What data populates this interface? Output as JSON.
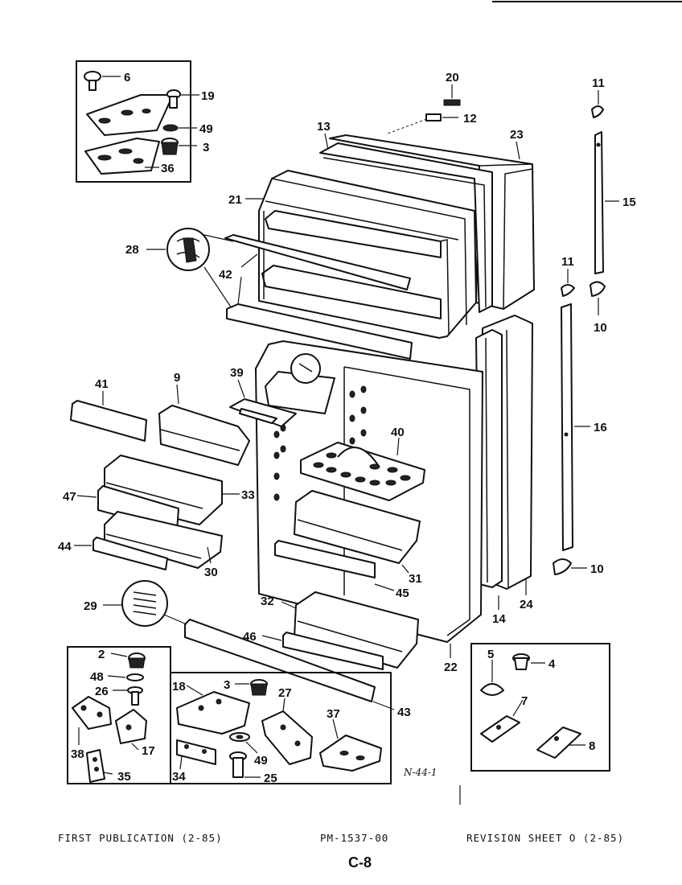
{
  "diagram": {
    "callouts": {
      "c6": "6",
      "c19": "19",
      "c49a": "49",
      "c3a": "3",
      "c36": "36",
      "c20": "20",
      "c12": "12",
      "c13": "13",
      "c23": "23",
      "c11a": "11",
      "c15": "15",
      "c11b": "11",
      "c10a": "10",
      "c21": "21",
      "c28": "28",
      "c42": "42",
      "c41": "41",
      "c9": "9",
      "c39": "39",
      "c40": "40",
      "c16": "16",
      "c47": "47",
      "c33": "33",
      "c44": "44",
      "c30": "30",
      "c31": "31",
      "c45": "45",
      "c10b": "10",
      "c24": "24",
      "c14": "14",
      "c29": "29",
      "c32": "32",
      "c46": "46",
      "c22": "22",
      "c2": "2",
      "c48": "48",
      "c26": "26",
      "c38": "38",
      "c17": "17",
      "c35": "35",
      "c18": "18",
      "c3b": "3",
      "c27": "27",
      "c37": "37",
      "c34": "34",
      "c49b": "49",
      "c25": "25",
      "c43": "43",
      "c5": "5",
      "c4": "4",
      "c7": "7",
      "c8": "8"
    },
    "hand_note": "N-44-1"
  },
  "footer": {
    "left": "FIRST PUBLICATION (2-85)",
    "center": "PM-1537-00",
    "right": "REVISION SHEET O (2-85)",
    "page_code": "C-8"
  }
}
